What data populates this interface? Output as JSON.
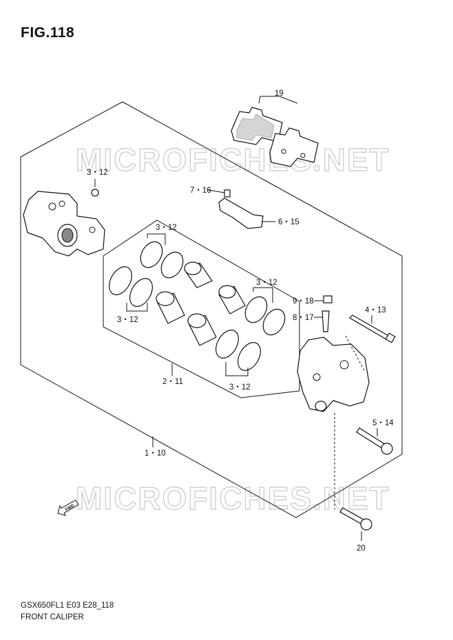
{
  "figure": {
    "title": "FIG.118",
    "model_code": "GSX650FL1 E03 E28_118",
    "name": "FRONT CALIPER",
    "watermark": "MICROFICHES.NET",
    "fwd_label": "FWD"
  },
  "callouts": [
    {
      "id": "19",
      "label": "19"
    },
    {
      "id": "3-12-a",
      "label": "3・12"
    },
    {
      "id": "7-16",
      "label": "7・16"
    },
    {
      "id": "6-15",
      "label": "6・15"
    },
    {
      "id": "3-12-b",
      "label": "3・12"
    },
    {
      "id": "3-12-c",
      "label": "3・12"
    },
    {
      "id": "3-12-d",
      "label": "3・12"
    },
    {
      "id": "3-12-e",
      "label": "3・12"
    },
    {
      "id": "9-18",
      "label": "9・18"
    },
    {
      "id": "8-17",
      "label": "8・17"
    },
    {
      "id": "4-13",
      "label": "4・13"
    },
    {
      "id": "2-11",
      "label": "2・11"
    },
    {
      "id": "5-14",
      "label": "5・14"
    },
    {
      "id": "1-10",
      "label": "1・10"
    },
    {
      "id": "20",
      "label": "20"
    }
  ]
}
